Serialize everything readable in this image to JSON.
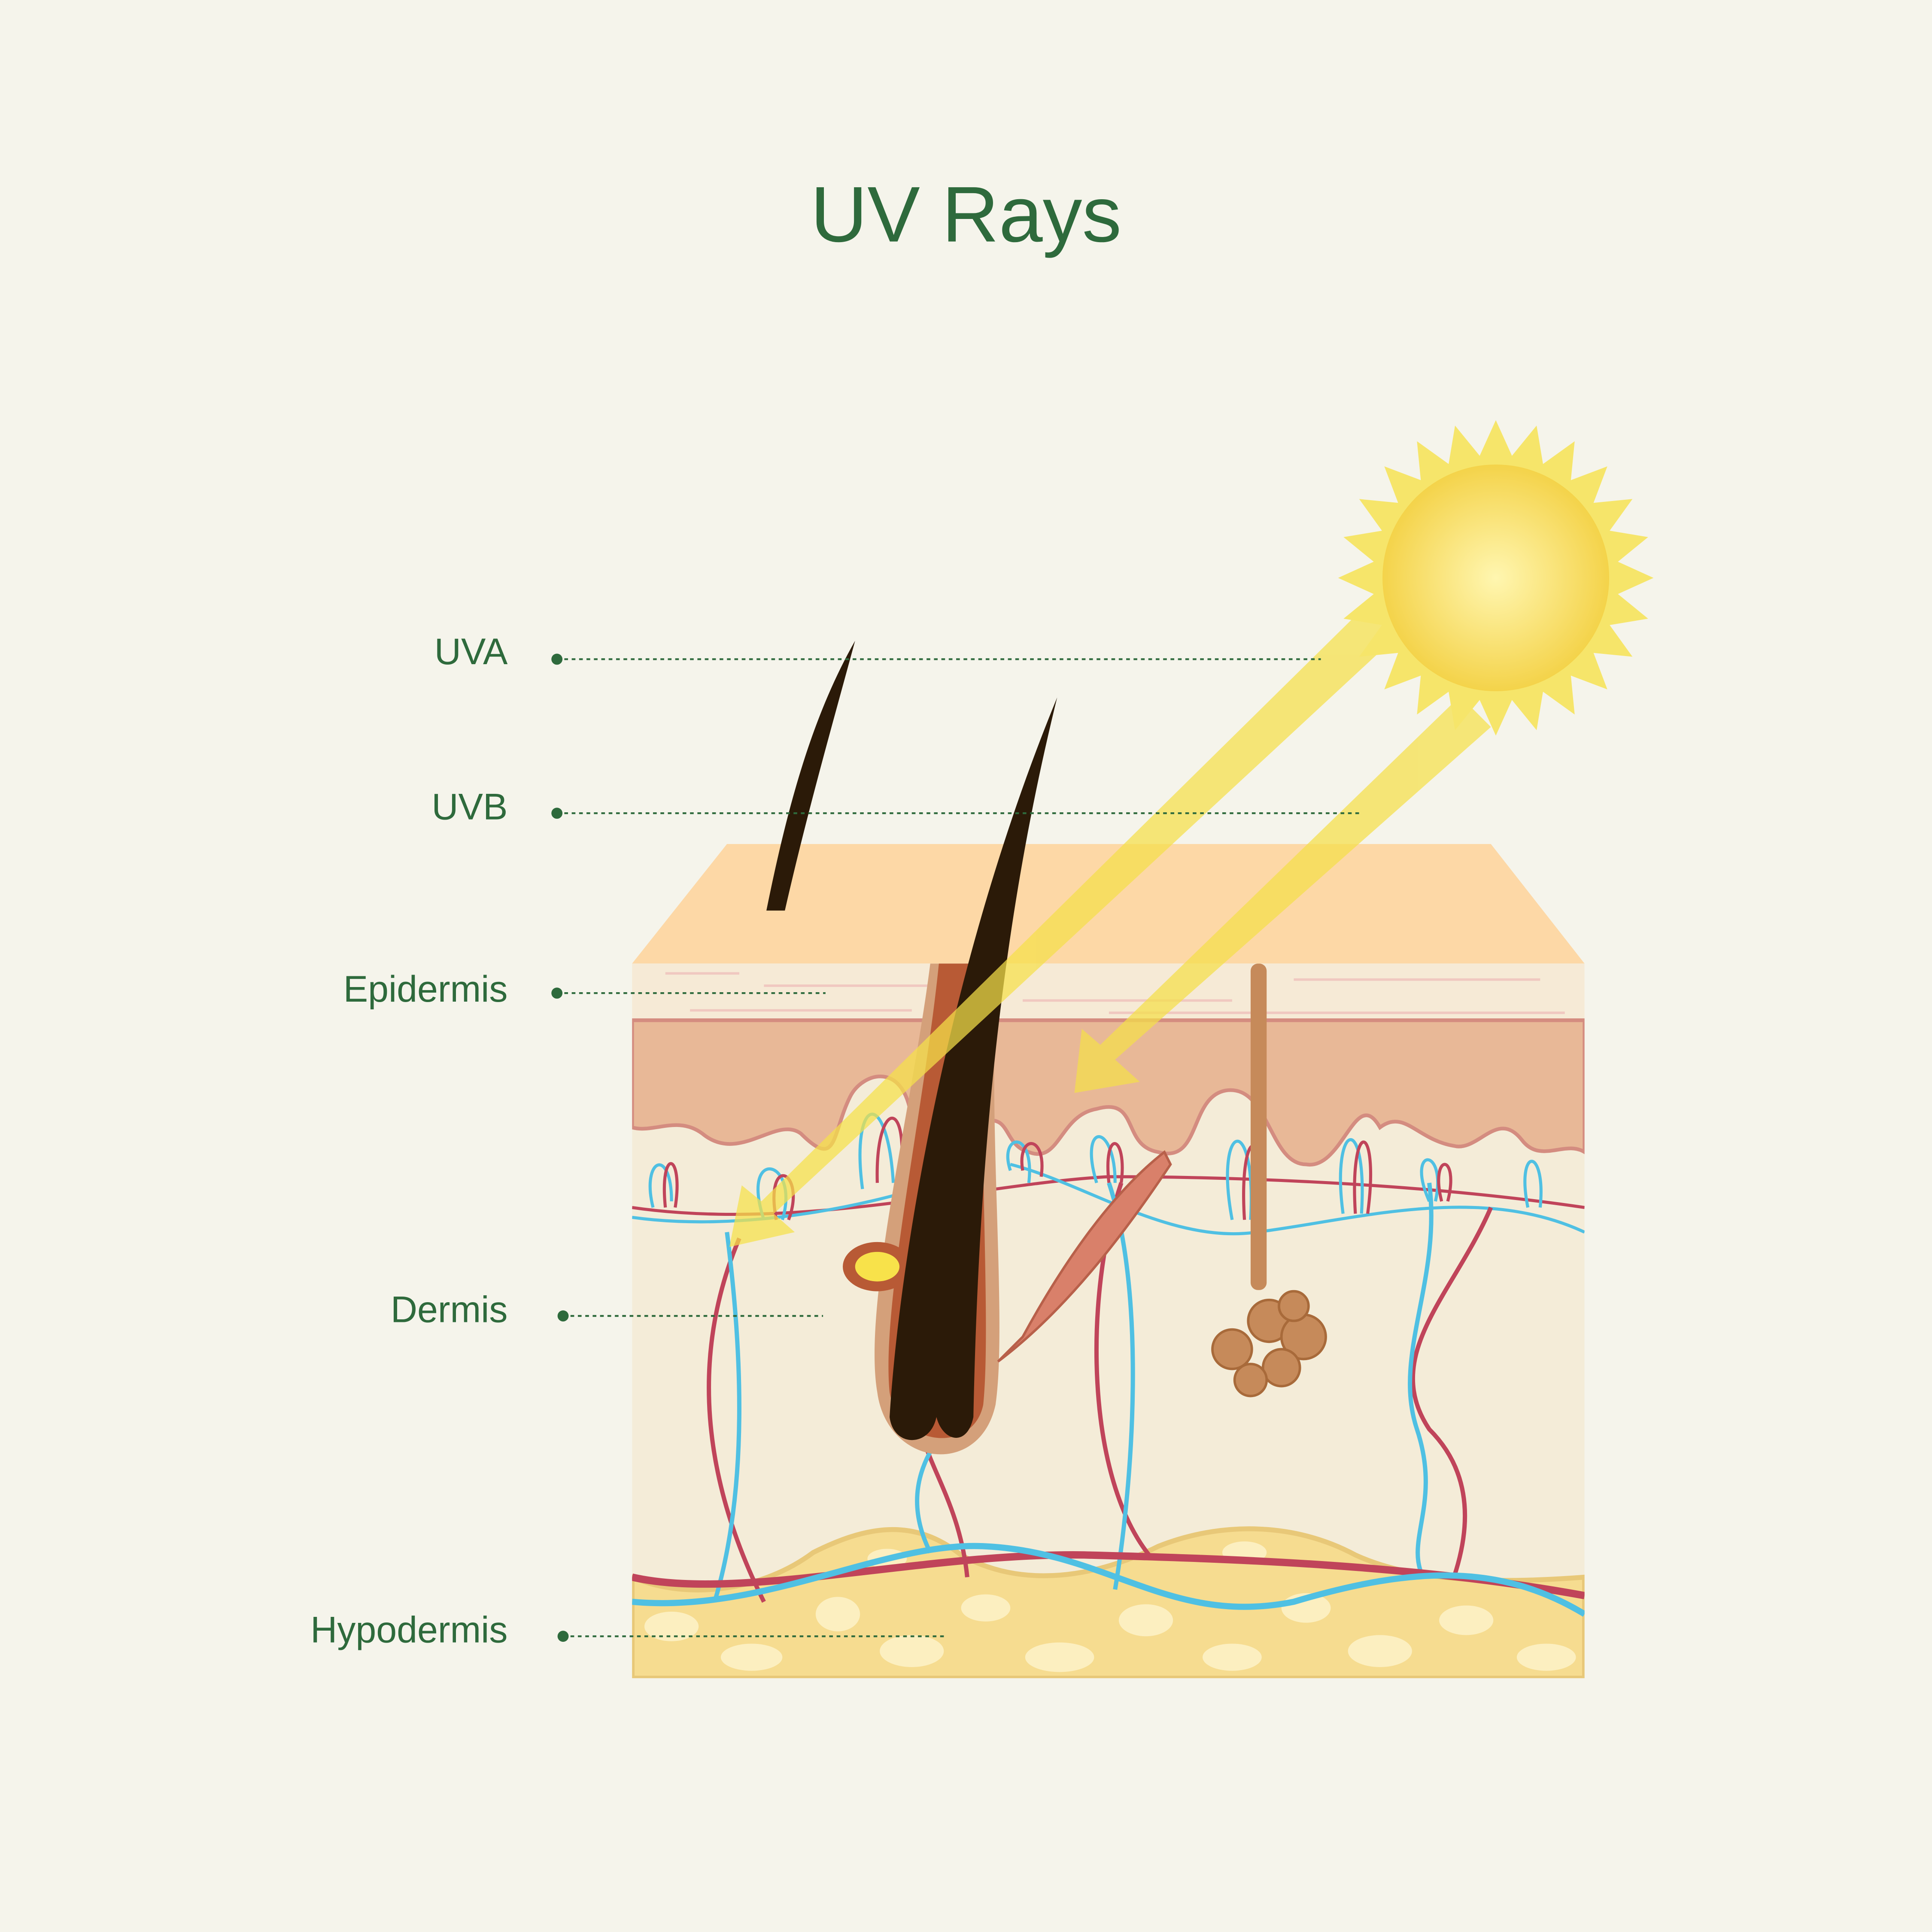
{
  "title": "UV Rays",
  "labels": {
    "uva": "UVA",
    "uvb": "UVB",
    "epidermis": "Epidermis",
    "dermis": "Dermis",
    "hypodermis": "Hypodermis"
  },
  "colors": {
    "background": "#f5f4eb",
    "text": "#2e6a3c",
    "sun": "#f4d64a",
    "ray": "#f5e04a",
    "skin_top": "#fdd8a6",
    "epidermis": "#e8b897",
    "dermis": "#f4ecd8",
    "hypodermis": "#f6dc90",
    "artery": "#c0445a",
    "vein": "#4fc0e3",
    "hair": "#2b1a08"
  }
}
